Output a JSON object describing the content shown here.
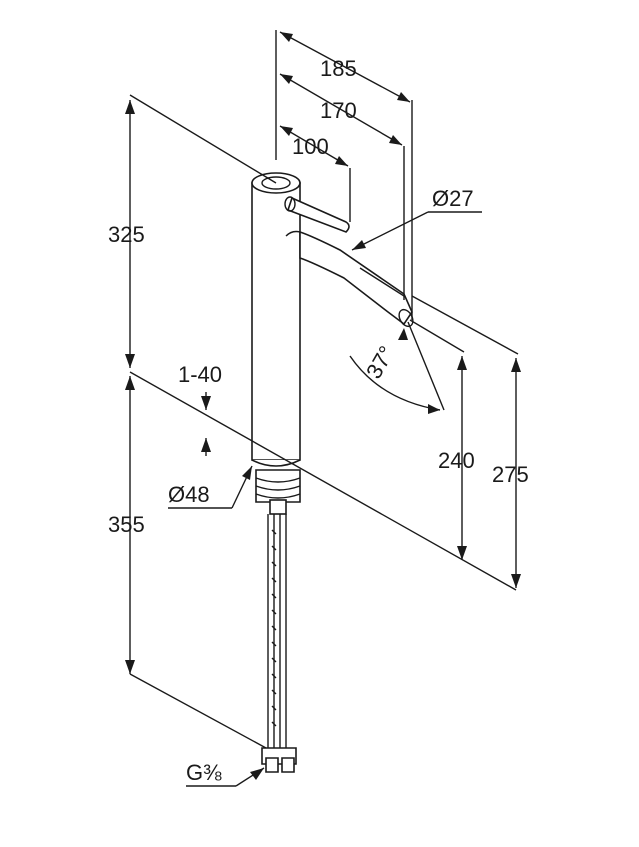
{
  "dimensions": {
    "d185": "185",
    "d170": "170",
    "d100": "100",
    "d27": "Ø27",
    "d325": "325",
    "d140": "1-40",
    "d37": "37°",
    "d48": "Ø48",
    "d240": "240",
    "d275": "275",
    "d355": "355",
    "thread": "G⅜"
  }
}
